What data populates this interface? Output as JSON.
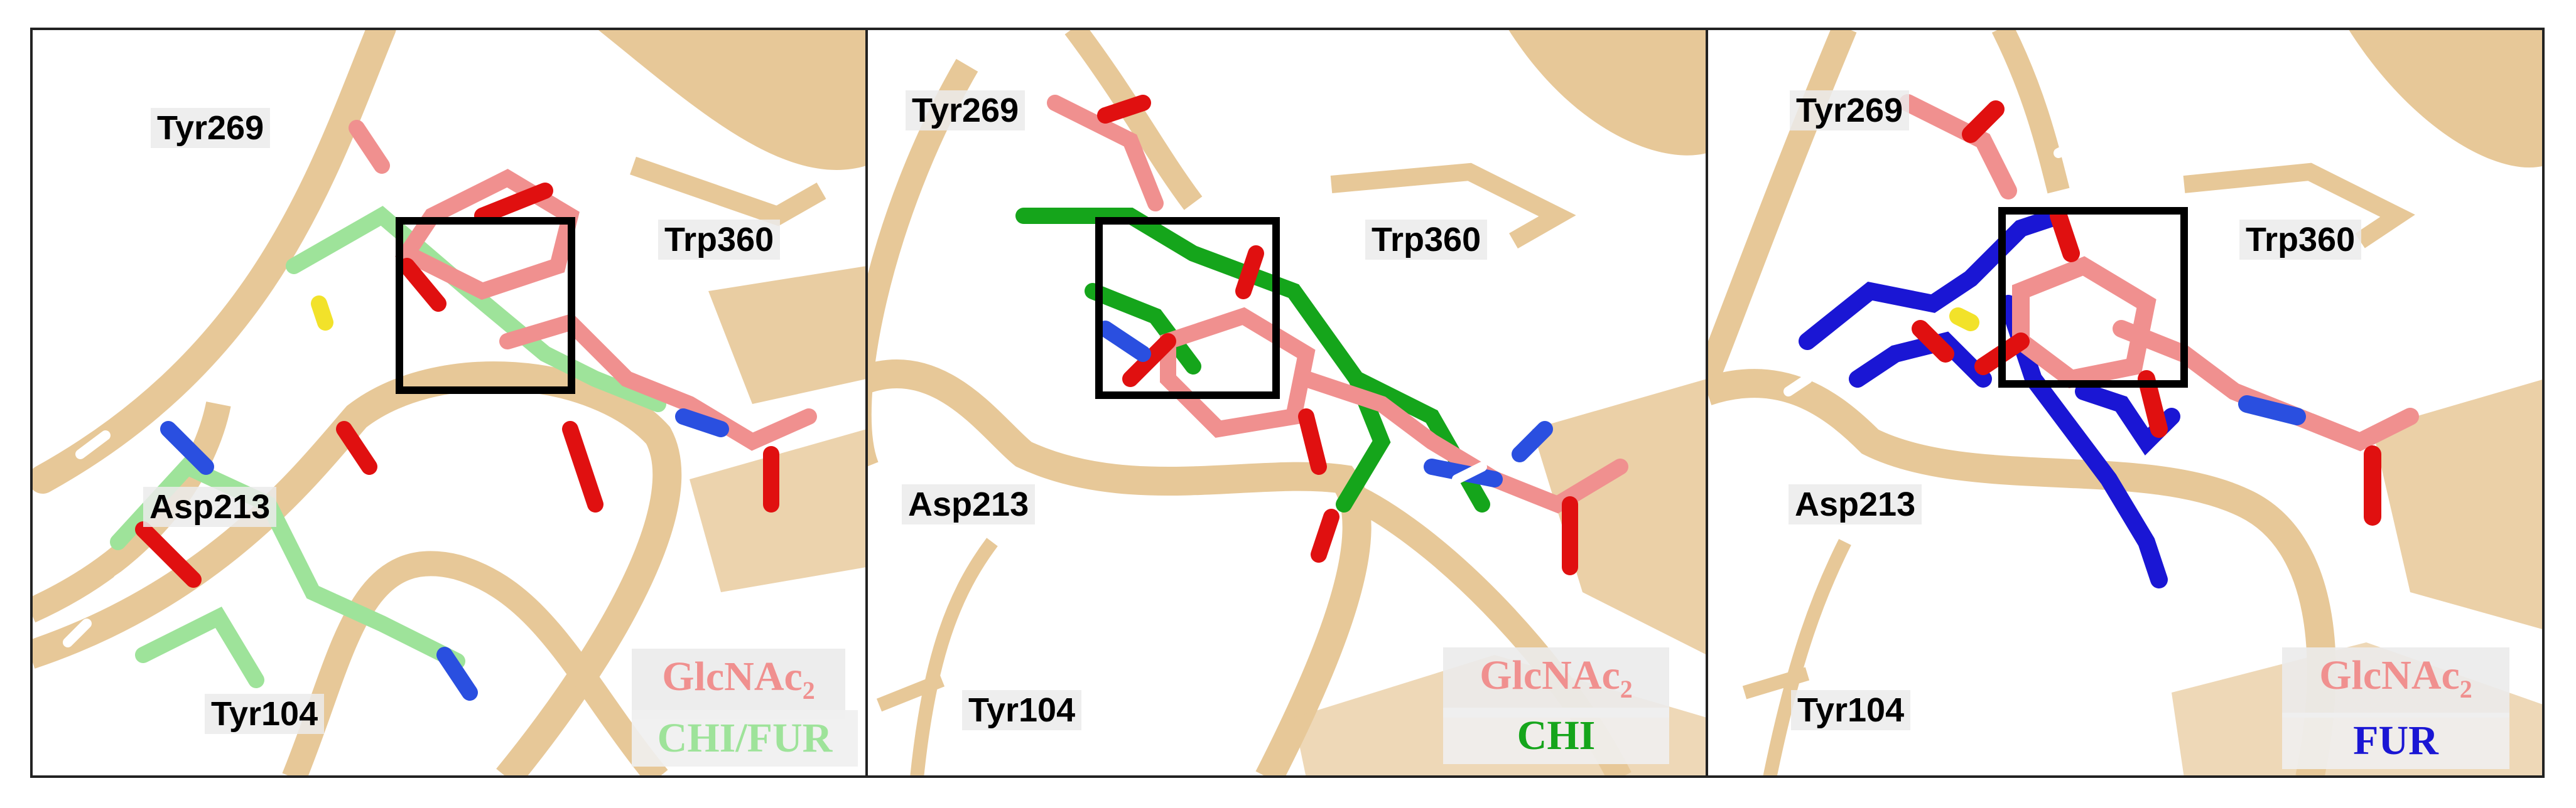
{
  "panels": [
    {
      "residues": [
        "Tyr269",
        "Trp360",
        "Asp213",
        "Tyr104"
      ],
      "legend": {
        "base": "GlcNAc",
        "subscript": "2",
        "ligand": "CHI/FUR"
      }
    },
    {
      "residues": [
        "Tyr269",
        "Trp360",
        "Asp213",
        "Tyr104"
      ],
      "legend": {
        "base": "GlcNAc",
        "subscript": "2",
        "ligand": "CHI"
      }
    },
    {
      "residues": [
        "Tyr269",
        "Trp360",
        "Asp213",
        "Tyr104"
      ],
      "legend": {
        "base": "GlcNAc",
        "subscript": "2",
        "ligand": "FUR"
      }
    }
  ],
  "colors": {
    "protein_ribbon": "#e7c898",
    "glcnac2": "#f0908f",
    "chi_overlay": "#9ee39a",
    "chi": "#15a51b",
    "fur": "#1a16d4",
    "oxygen": "#e01010",
    "nitrogen": "#2a4fe0",
    "sulfur": "#f2e22a",
    "hydrogen": "#ffffff"
  }
}
